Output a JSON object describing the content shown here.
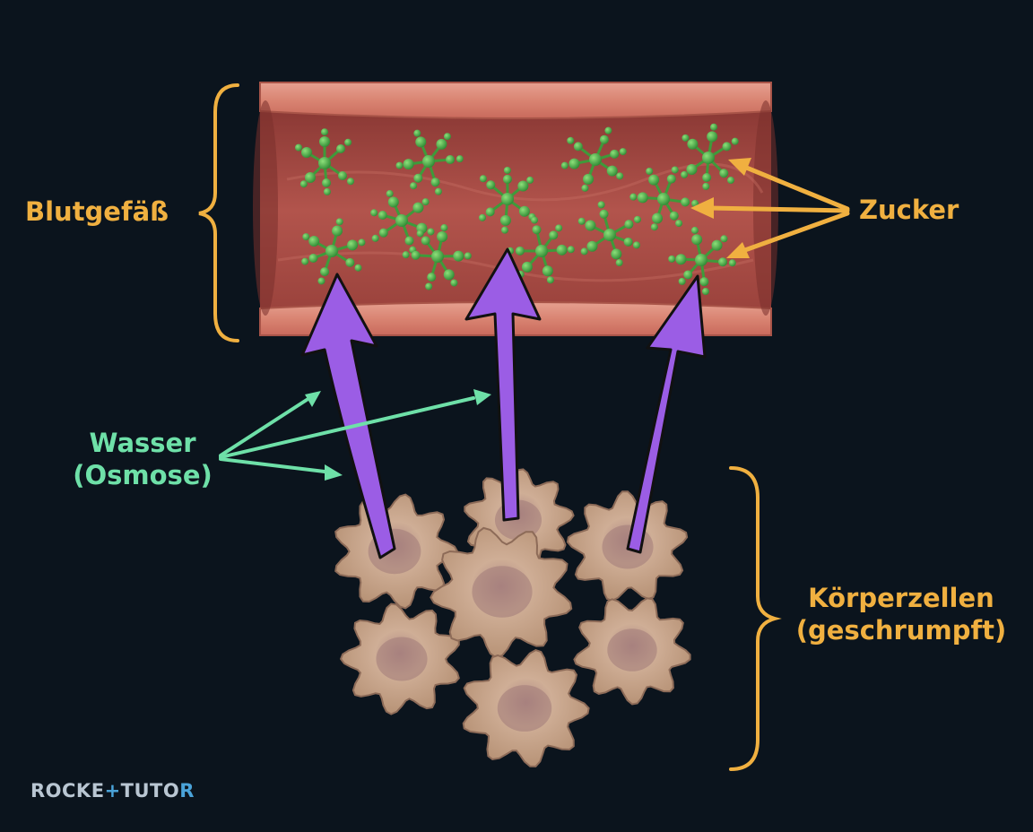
{
  "labels": {
    "vessel": "Blutgefäß",
    "sugar": "Zucker",
    "water_line1": "Wasser",
    "water_line2": "(Osmose)",
    "cells_line1": "Körperzellen",
    "cells_line2": "(geschrumpft)"
  },
  "logo": {
    "part1": "ROCKE",
    "part2": "+",
    "part3": "TUTO",
    "part4": "R"
  },
  "colors": {
    "background": "#0b141d",
    "vessel_label": "#f0b040",
    "sugar_label": "#f0b040",
    "water_label": "#6ee0a8",
    "cells_label": "#f0b040",
    "bracket": "#f0b040",
    "sugar_arrow": "#f0b040",
    "water_arrow": "#6ee0a8",
    "flow_arrow": "#9b5de5",
    "molecule": "#4fb04a"
  }
}
